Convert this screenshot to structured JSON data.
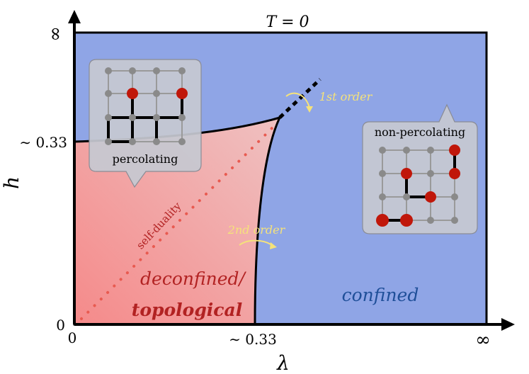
{
  "title": "T = 0",
  "axes": {
    "x_label": "λ",
    "y_label": "h",
    "x_ticks": [
      "0",
      "∼ 0.33",
      "∞"
    ],
    "y_ticks": [
      "0",
      "∼ 0.33",
      "∞"
    ]
  },
  "regions": {
    "deconfined_line1": "deconfined/",
    "deconfined_line2": "topological",
    "confined": "confined"
  },
  "transitions": {
    "first": "1st order",
    "second": "2nd order",
    "self_duality": "self-duality"
  },
  "callouts": {
    "left": "percolating",
    "right": "non-percolating"
  },
  "colors": {
    "confined_fill": "#8fa5e6",
    "deconfined_fill": "#f4a6a6",
    "annotation_yellow": "#f5e27a",
    "region_text_red": "#b22222",
    "region_text_blue": "#1f4f99",
    "self_duality": "#e85a50",
    "site_red": "#c0170a",
    "site_gray": "#8a8a8a"
  }
}
